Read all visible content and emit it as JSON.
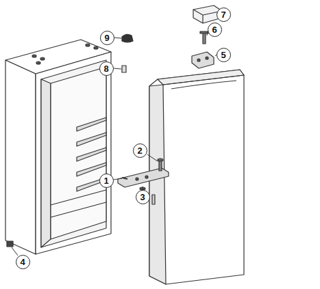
{
  "diagram": {
    "nodes": [
      {
        "text": [
          "7"
        ]
      },
      {
        "text": [
          "6"
        ]
      },
      {
        "text": [
          "9"
        ]
      },
      {
        "text": [
          "5"
        ]
      },
      {
        "text": [
          "8"
        ]
      },
      {
        "text": [
          "2"
        ]
      },
      {
        "text": [
          "1"
        ]
      },
      {
        "text": [
          "3"
        ]
      },
      {
        "text": [
          "4"
        ]
      }
    ]
  }
}
